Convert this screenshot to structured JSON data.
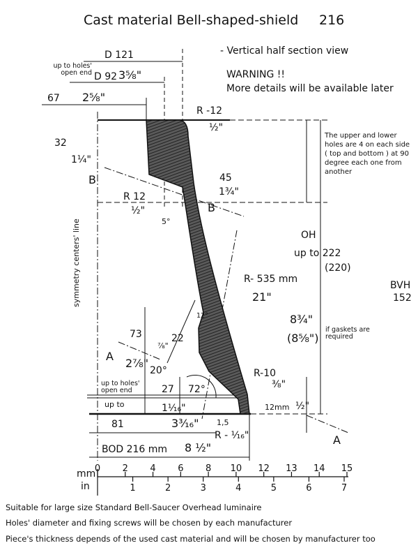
{
  "title": "Cast material  Bell-shaped-shield",
  "page_number": "216",
  "subtitle": "- Vertical  half  section view",
  "warning": "WARNING !!",
  "warning_detail": "More details will be available later",
  "labels": {
    "d121": "D 121",
    "holes_open_end_top": "up to holes' open end",
    "d92": "D 92",
    "d92_in": "3⅝\"",
    "w67": "67",
    "w67_in": "2⅝\"",
    "r12_top": "R -12",
    "r12_top_in": "½\"",
    "h32": "32",
    "h32_in": "1¼\"",
    "section_b_left": "B",
    "r12": "R  12",
    "r12_in": "½\"",
    "h45": "45",
    "h45_in": "1¾\"",
    "section_b_right": "B",
    "angle5": "5°",
    "symmetry_line": "symmetry  centers'  line",
    "holes_note": "The upper and lower holes are 4 on each side ( top and bottom ) at 90 degree each one from another",
    "oh": "OH",
    "oh_up_to": "up to 222",
    "oh_alt": "(220)",
    "bvh": "BVH",
    "bvh_value": "152",
    "r535": "R- 535 mm",
    "r535_in": "21\"",
    "h_in": "8¾\"",
    "h_in_alt": "(8⅝\")",
    "gaskets_note": "if gaskets are required",
    "h73": "73",
    "section_a_left": "A",
    "h73_in": "2⅞\"",
    "angle12": "12°",
    "d22": "22",
    "d22_in": "⅞\"",
    "angle20": "20°",
    "holes_open_end_bottom": "up to holes' open end",
    "h27": "27",
    "angle72": "72°",
    "r10": "R-10",
    "r10_in": "⅜\"",
    "up_to": "up to",
    "h27_in": "1¹⁄₁₆\"",
    "t12mm": "12mm",
    "t12mm_in": "½\"",
    "w81": "81",
    "w81_in": "3³⁄₁₆\"",
    "r15": "1,5",
    "r15_in": "R - ¹⁄₁₆\"",
    "section_a_right": "A",
    "bod": "BOD  216 mm",
    "bod_in": "8 ½\""
  },
  "scale": {
    "mm_unit": "mm",
    "in_unit": "in",
    "mm_labels": [
      "0",
      "2",
      "4",
      "6",
      "8",
      "10",
      "12",
      "13",
      "14",
      "15"
    ],
    "in_labels": [
      "1",
      "2",
      "3",
      "4",
      "5",
      "6",
      "7"
    ]
  },
  "footer": [
    "Suitable  for  large size  Standard Bell-Saucer Overhead  luminaire",
    "Holes' diameter and fixing screws will be chosen by each manufacturer",
    "Piece's thickness depends of the used cast material and will be chosen by manufacturer too"
  ]
}
